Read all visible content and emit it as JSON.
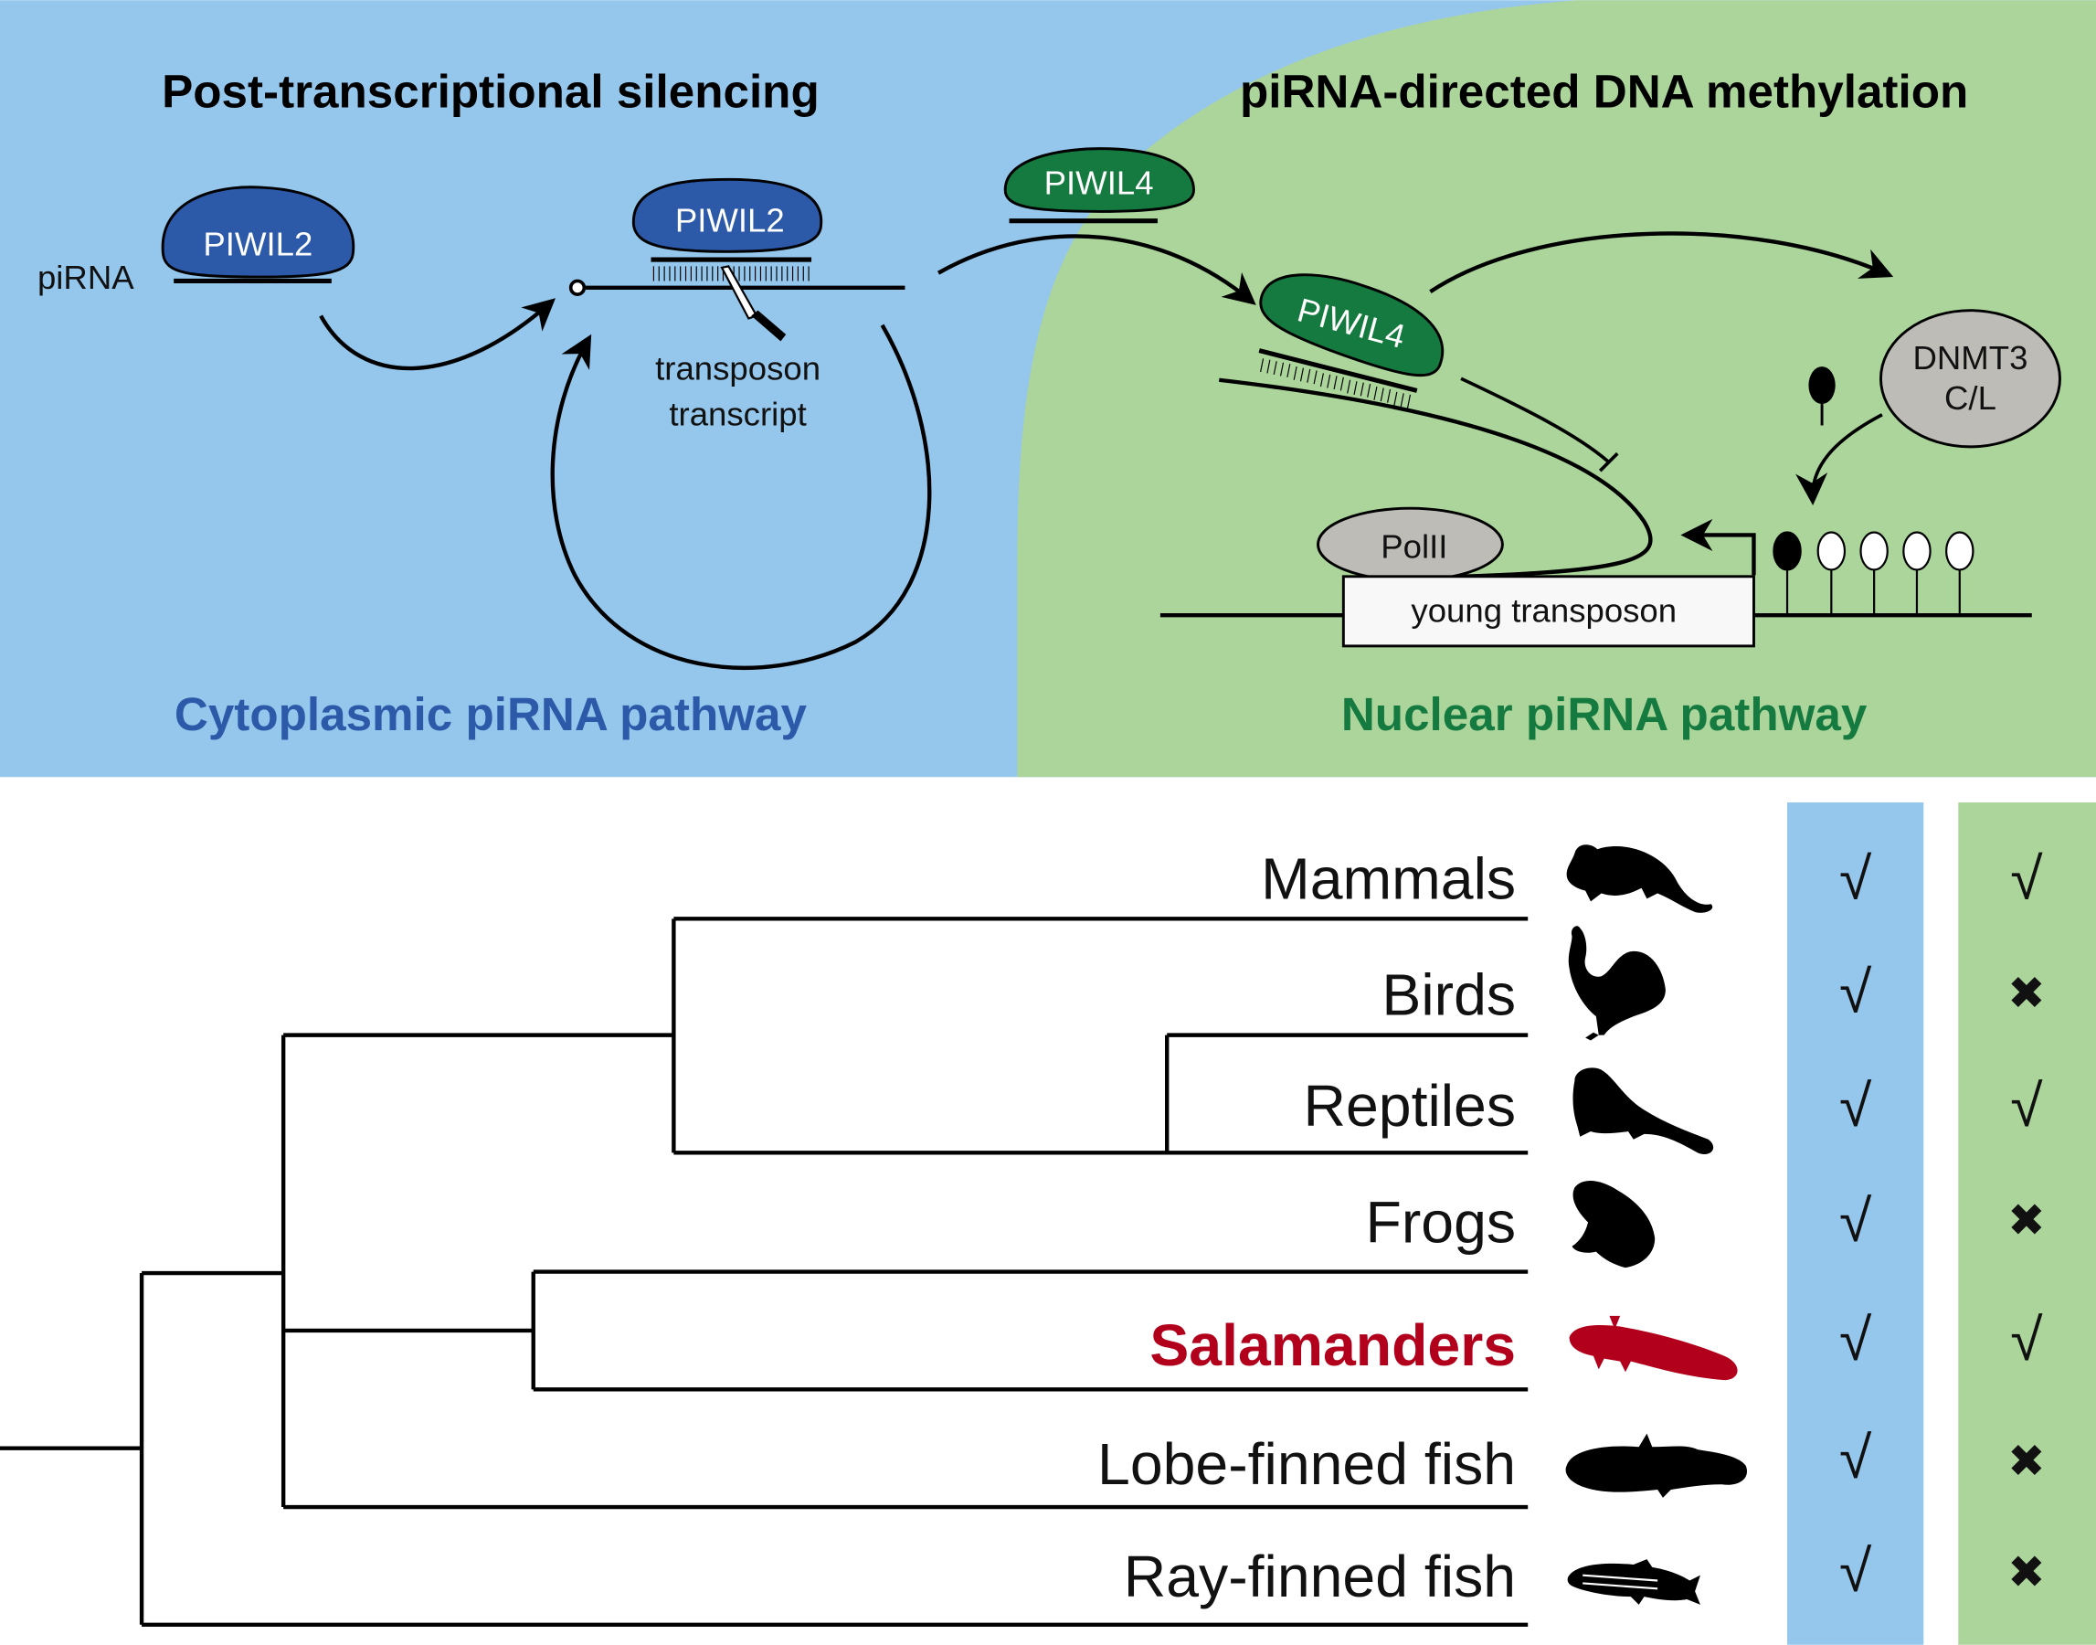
{
  "colors": {
    "cytoplasm_bg": "#95c6ec",
    "nucleus_bg": "#acd59b",
    "piwil2_fill": "#2c5aa9",
    "piwil4_fill": "#157a3f",
    "grey_protein": "#bdbcb7",
    "cytoplasmic_title": "#2c5aa9",
    "nuclear_title": "#157a3f",
    "highlight_red": "#b2001c"
  },
  "top_panel": {
    "left": {
      "heading": "Post-transcriptional silencing",
      "footer": "Cytoplasmic piRNA pathway",
      "pirna_label": "piRNA",
      "protein_free": "PIWIL2",
      "protein_bound": "PIWIL2",
      "transcript_label_line1": "transposon",
      "transcript_label_line2": "transcript"
    },
    "right": {
      "heading": "piRNA-directed DNA methylation",
      "footer": "Nuclear piRNA pathway",
      "protein_free": "PIWIL4",
      "protein_bound": "PIWIL4",
      "dnmt_line1": "DNMT3",
      "dnmt_line2": "C/L",
      "polymerase": "PolII",
      "gene_box": "young transposon",
      "methylation_sites": [
        "methylated",
        "unmethylated",
        "unmethylated",
        "unmethylated",
        "unmethylated"
      ]
    }
  },
  "tree": {
    "taxa": [
      {
        "name": "Mammals",
        "icon": "mouse-silhouette-icon",
        "cytoplasmic": "√",
        "nuclear": "√",
        "highlight": false
      },
      {
        "name": "Birds",
        "icon": "rooster-silhouette-icon",
        "cytoplasmic": "√",
        "nuclear": "✖",
        "highlight": false
      },
      {
        "name": "Reptiles",
        "icon": "lizard-silhouette-icon",
        "cytoplasmic": "√",
        "nuclear": "√",
        "highlight": false
      },
      {
        "name": "Frogs",
        "icon": "frog-silhouette-icon",
        "cytoplasmic": "√",
        "nuclear": "✖",
        "highlight": false
      },
      {
        "name": "Salamanders",
        "icon": "axolotl-silhouette-icon",
        "cytoplasmic": "√",
        "nuclear": "√",
        "highlight": true
      },
      {
        "name": "Lobe-finned fish",
        "icon": "coelacanth-silhouette-icon",
        "cytoplasmic": "√",
        "nuclear": "✖",
        "highlight": false
      },
      {
        "name": "Ray-finned fish",
        "icon": "zebrafish-silhouette-icon",
        "cytoplasmic": "√",
        "nuclear": "✖",
        "highlight": false
      }
    ]
  }
}
